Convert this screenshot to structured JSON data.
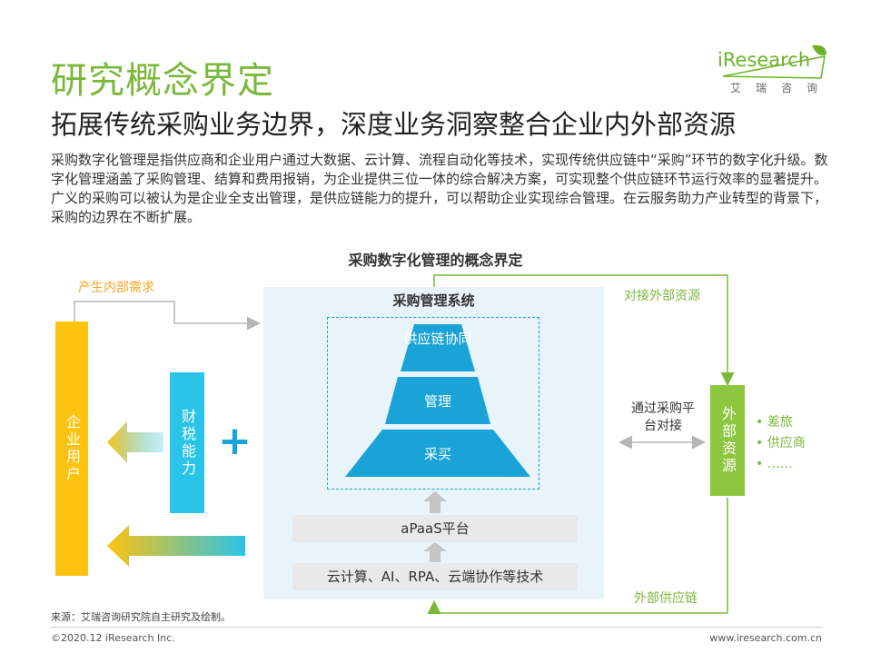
{
  "title": "研究概念界定",
  "subtitle": "拓展传统采购业务边界，深度业务洞察整合企业内外部资源",
  "body": "采购数字化管理是指供应商和企业用户通过大数据、云计算、流程自动化等技术，实现传统供应链中“采购”环节的数字化升级。数字化管理涵盖了采购管理、结算和费用报销，为企业提供三位一体的综合解决方案，可实现整个供应链环节运行效率的显著提升。广义的采购可以被认为是企业全支出管理，是供应链能力的提升，可以帮助企业实现综合管理。在云服务助力产业转型的背景下，采购的边界在不断扩展。",
  "logo": {
    "main": "iResearch",
    "sub": "艾瑞咨询"
  },
  "diagram": {
    "title": "采购数字化管理的概念界定",
    "system_label": "采购管理系统",
    "pyramid": {
      "top": "供应链协同",
      "middle": "管理",
      "bottom": "采买"
    },
    "apaas": "aPaaS平台",
    "tech": "云计算、AI、RPA、云端协作等技术",
    "enterprise_user": "企业用户",
    "tax_capability": "财税能力",
    "external_resources": "外部资源",
    "external_items": [
      "差旅",
      "供应商",
      "……"
    ],
    "internal_demand": "产生内部需求",
    "connect_external": "对接外部资源",
    "via_platform": "通过采购平台对接",
    "external_supply_chain": "外部供应链",
    "plus_symbol": "+"
  },
  "source": "来源：艾瑞咨询研究院自主研究及绘制。",
  "footer": {
    "left": "©2020.12 iResearch Inc.",
    "right": "www.iresearch.com.cn"
  },
  "colors": {
    "green": "#7ab83a",
    "orange": "#f5a623",
    "blue": "#1aa3d6",
    "cyan": "#29c4e8",
    "yellow": "#ffc20e"
  }
}
